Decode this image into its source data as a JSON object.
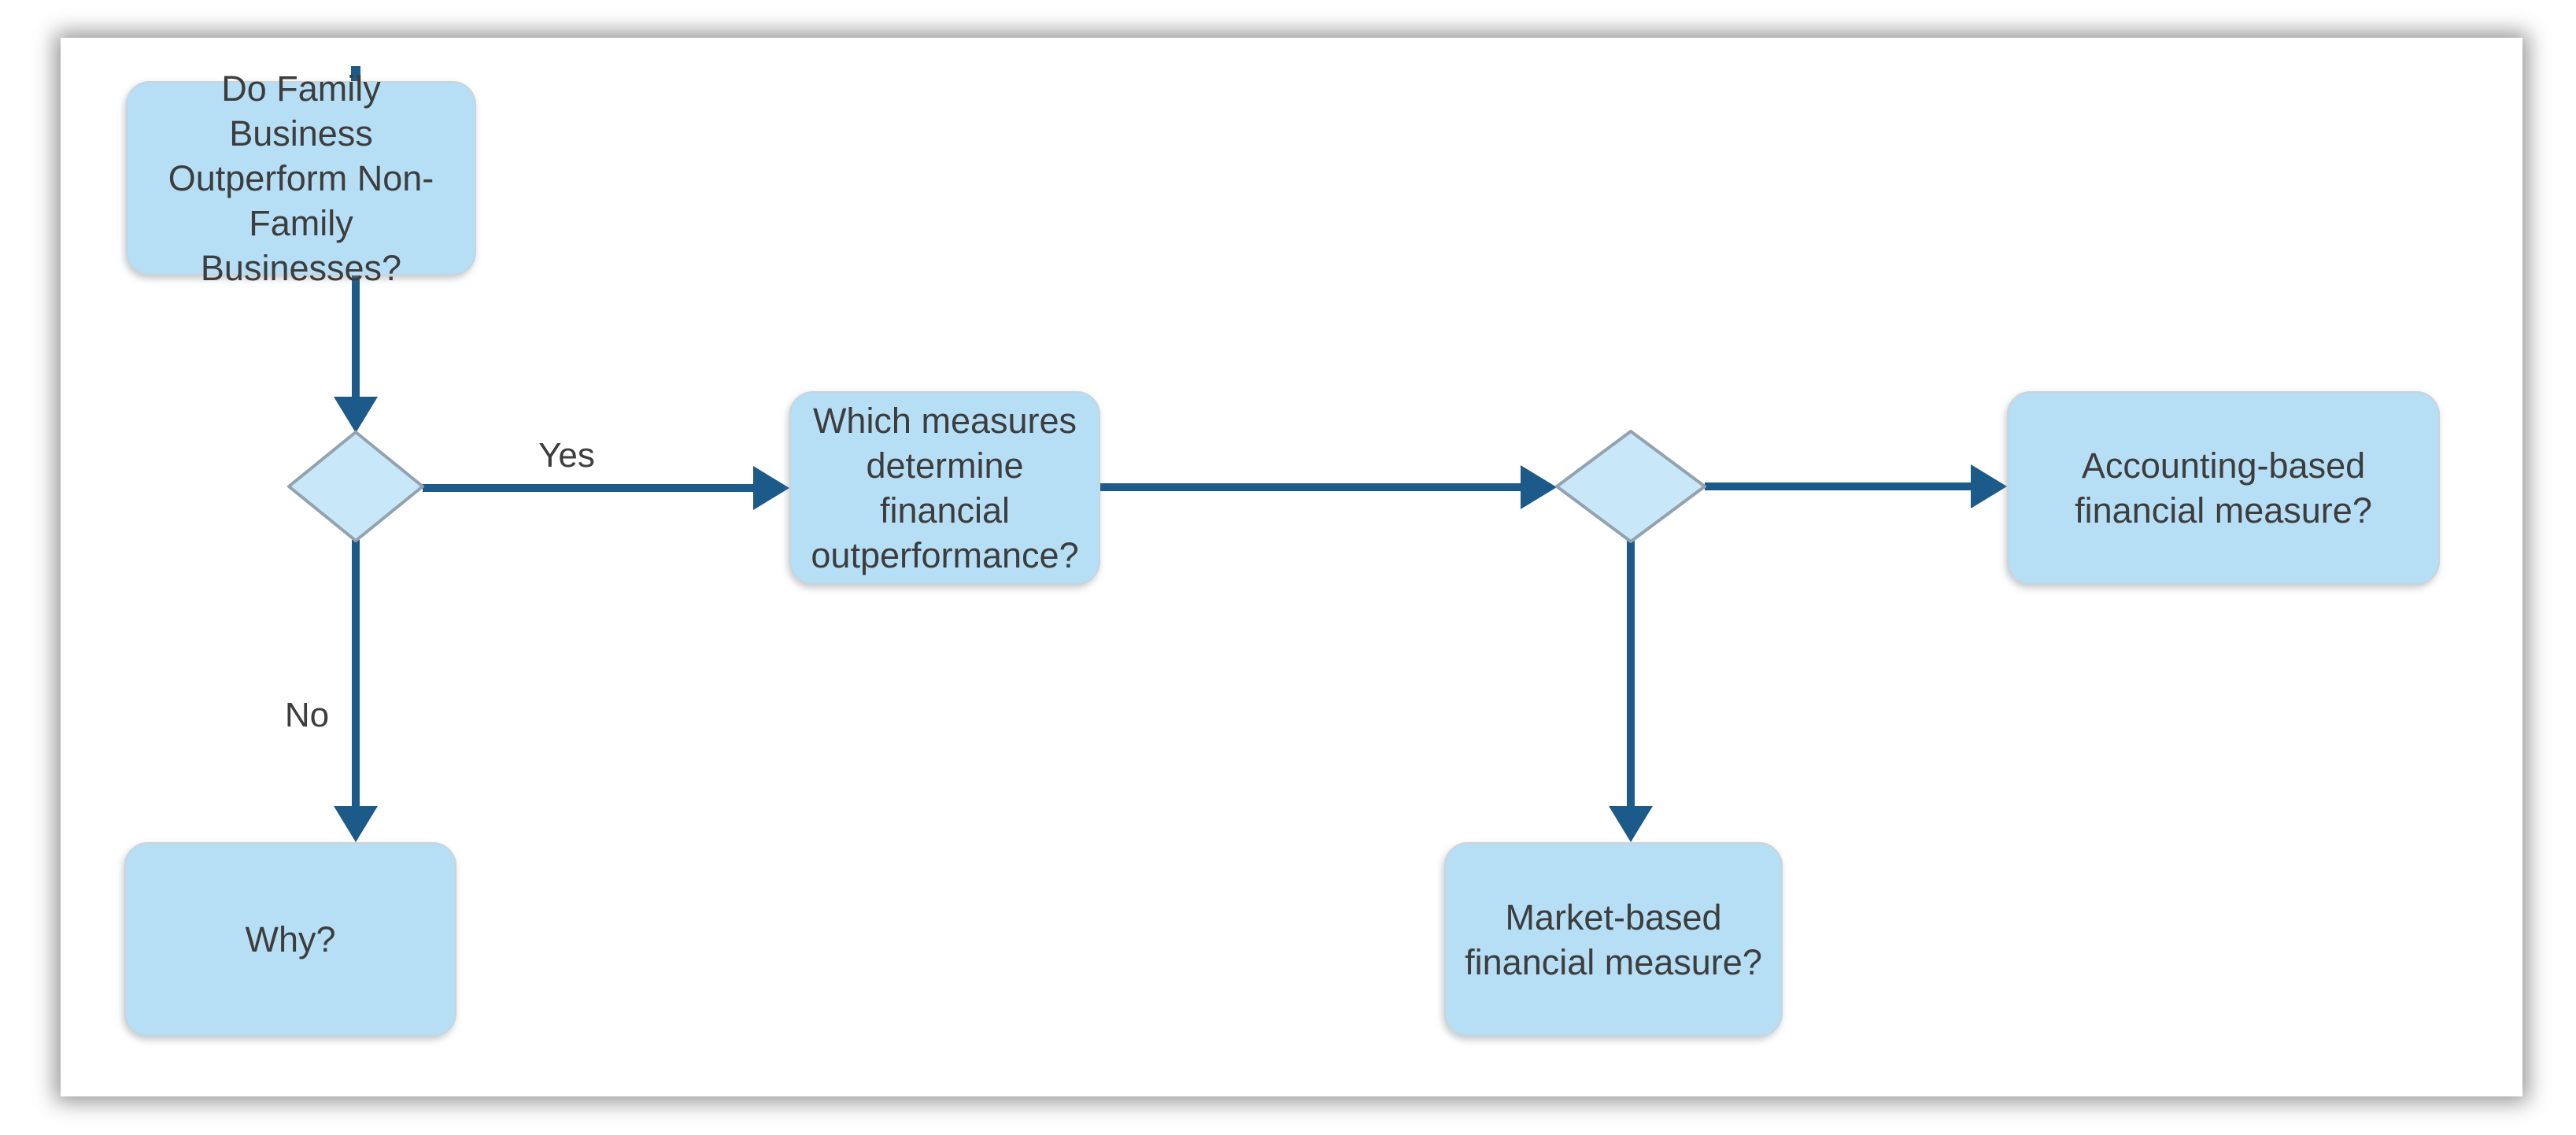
{
  "flowchart": {
    "title": "Family business financial outperformance decision flowchart",
    "nodes": [
      {
        "id": "start",
        "type": "process",
        "label": "Do Family Business Outperform Non-Family Businesses?"
      },
      {
        "id": "decision1",
        "type": "decision",
        "label": ""
      },
      {
        "id": "measures",
        "type": "process",
        "label": "Which measures determine financial outperformance?"
      },
      {
        "id": "decision2",
        "type": "decision",
        "label": ""
      },
      {
        "id": "accounting",
        "type": "process",
        "label": "Accounting-based financial measure?"
      },
      {
        "id": "market",
        "type": "process",
        "label": "Market-based financial measure?"
      },
      {
        "id": "why",
        "type": "process",
        "label": "Why?"
      }
    ],
    "edges": [
      {
        "from": "start",
        "to": "decision1",
        "label": ""
      },
      {
        "from": "decision1",
        "to": "measures",
        "label": "Yes"
      },
      {
        "from": "decision1",
        "to": "why",
        "label": "No"
      },
      {
        "from": "measures",
        "to": "decision2",
        "label": ""
      },
      {
        "from": "decision2",
        "to": "accounting",
        "label": ""
      },
      {
        "from": "decision2",
        "to": "market",
        "label": ""
      }
    ],
    "colors": {
      "node_fill": "#b6dff6",
      "diamond_fill": "#c8e7f8",
      "diamond_border": "#93a2ae",
      "arrow": "#1c5a8a",
      "text": "#3d3d3d",
      "canvas": "#ffffff"
    }
  }
}
